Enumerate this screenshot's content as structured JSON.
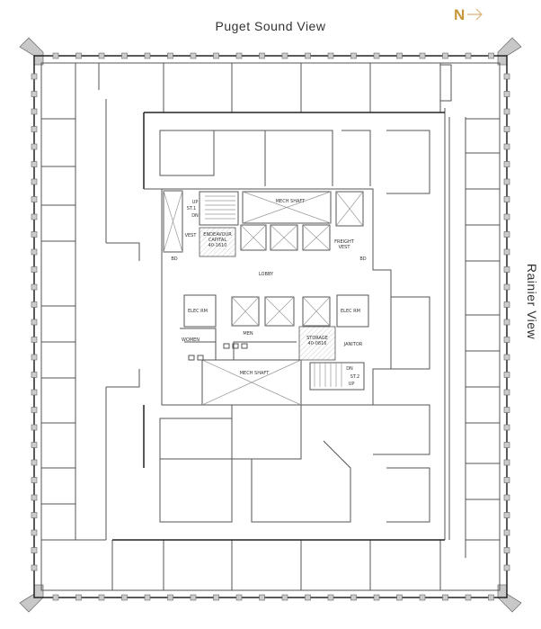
{
  "header": {
    "title": "Puget Sound View",
    "side_label": "Rainier View",
    "north_label": "N"
  },
  "colors": {
    "accent": "#c8973a",
    "wall": "#555555",
    "corner": "#c8c8c8"
  },
  "rooms": {
    "mech_shaft_top": "MECH SHAFT",
    "stair1_up": "UP",
    "stair1": "ST.1",
    "stair1_dn": "DN",
    "vest": "VEST",
    "tenant_name": "ENDEAVOUR",
    "tenant_name2": "CAPITAL",
    "tenant_suite": "40-1610",
    "freight": "FREIGHT",
    "freight_vest": "VEST",
    "lobby": "LOBBY",
    "elec_left": "ELEC RM",
    "elec_right": "ELEC RM",
    "women": "WOMEN",
    "men": "MEN",
    "storage": "STORAGE",
    "storage_suite": "40-0816",
    "janitor": "JANITOR",
    "mech_shaft_bottom": "MECH SHAFT",
    "stair2_dn": "DN",
    "stair2": "ST.2",
    "stair2_up": "UP",
    "bd_left": "BD",
    "bd_right": "BD"
  }
}
